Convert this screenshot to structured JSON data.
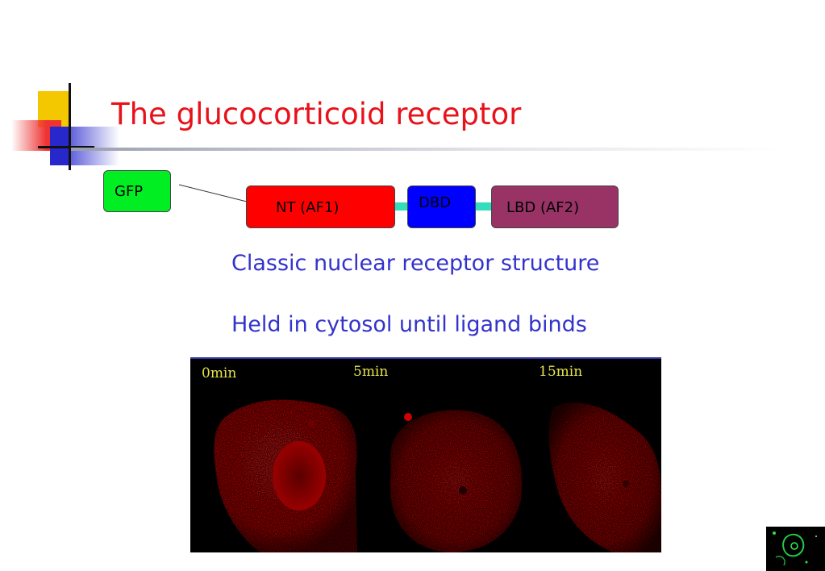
{
  "slide": {
    "title": "The glucocorticoid receptor"
  },
  "diagram": {
    "gfp_label": "GFP",
    "nt_label": "NT (AF1)",
    "dbd_label": "DBD",
    "lbd_label": "LBD (AF2)",
    "colors": {
      "gfp": "#00ee22",
      "nt": "#ff0000",
      "dbd": "#0000ff",
      "lbd": "#993366",
      "linker": "#33ddbb"
    }
  },
  "bullets": [
    "Classic nuclear receptor structure",
    "Held in cytosol until ligand binds"
  ],
  "microscopy": {
    "panels": [
      {
        "label": "0min"
      },
      {
        "label": "5min"
      },
      {
        "label": "15min"
      }
    ]
  }
}
